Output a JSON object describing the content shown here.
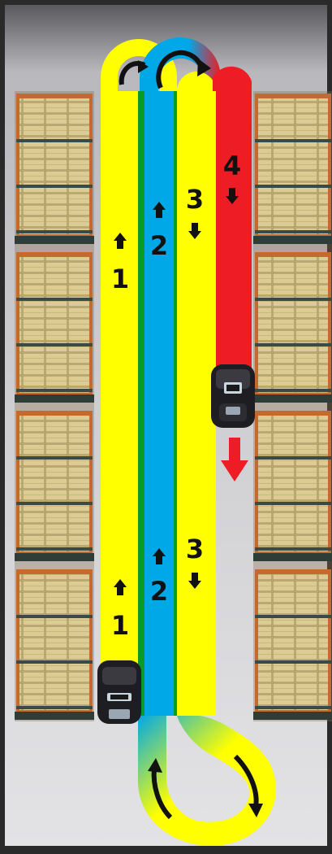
{
  "lanes": [
    {
      "id": "lane-1",
      "number": "1",
      "direction": "up",
      "color": "#ffff00"
    },
    {
      "id": "lane-2",
      "number": "2",
      "direction": "up",
      "color": "#00a8e8"
    },
    {
      "id": "lane-3",
      "number": "3",
      "direction": "down",
      "color": "#ffff00"
    },
    {
      "id": "lane-4",
      "number": "4",
      "direction": "down",
      "color": "#ee1c24"
    }
  ],
  "labels": {
    "lane1_top": "1",
    "lane2_top": "2",
    "lane3_top": "3",
    "lane4_top": "4",
    "lane1_bottom": "1",
    "lane2_bottom": "2",
    "lane3_bottom": "3"
  },
  "colors": {
    "yellow": "#ffff00",
    "blue": "#00a8e8",
    "red": "#ee1c24",
    "green": "#0a9a2a",
    "floor": "#c9c9cc",
    "rack_steel": "#3a4a44",
    "rack_frame": "#c46a2e",
    "box": "#d9c48a",
    "robot": "#1e1e22"
  },
  "icons": {
    "robots": [
      "mobile-robot-icon",
      "mobile-robot-icon"
    ],
    "arrows": [
      "arrow-up-icon",
      "arrow-down-icon",
      "curved-arrow-icon"
    ]
  }
}
